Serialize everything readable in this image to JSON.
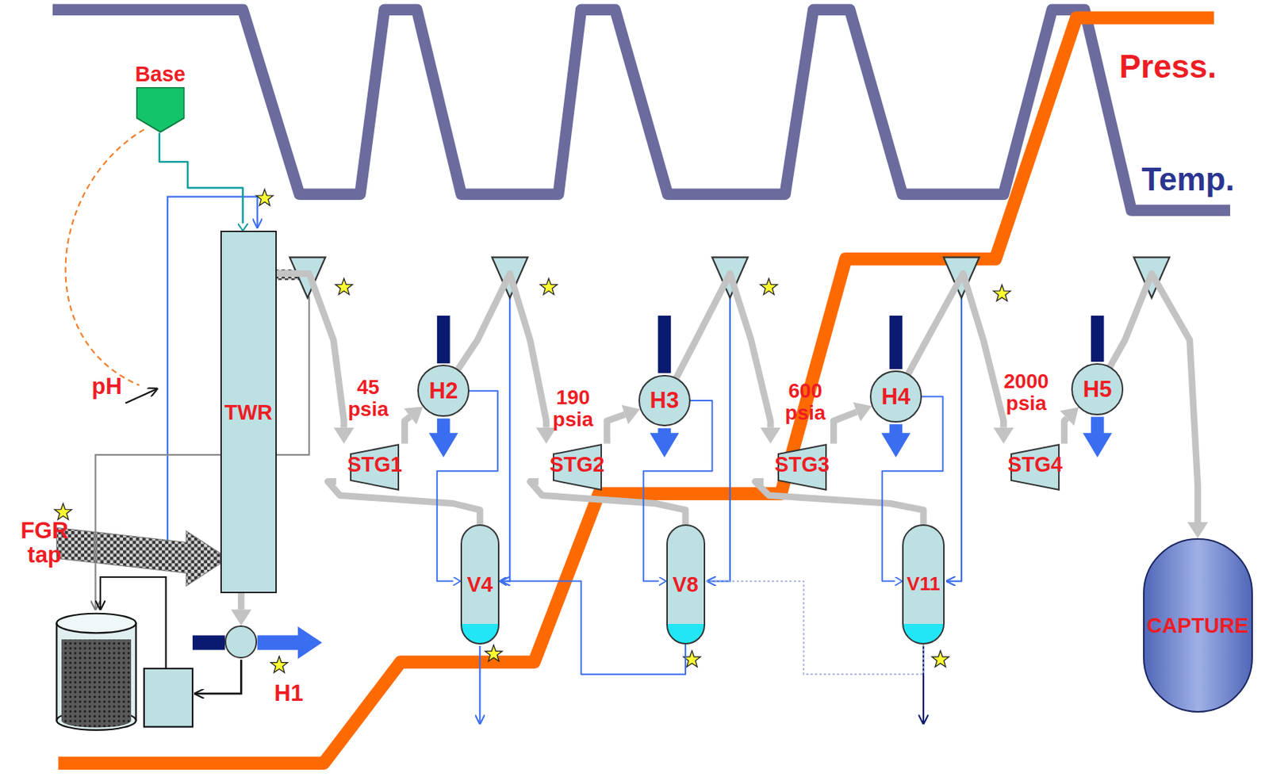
{
  "diagram": {
    "nodes": [
      {
        "text": [
          "Base"
        ]
      },
      {
        "text": [
          "TWR"
        ]
      },
      {
        "text": [
          "H1"
        ]
      },
      {
        "text": [
          "STG1"
        ]
      },
      {
        "text": [
          "H2"
        ]
      },
      {
        "text": [
          "V4"
        ]
      },
      {
        "text": [
          "STG2"
        ]
      },
      {
        "text": [
          "H3"
        ]
      },
      {
        "text": [
          "V8"
        ]
      },
      {
        "text": [
          "STG3"
        ]
      },
      {
        "text": [
          "H4"
        ]
      },
      {
        "text": [
          "V11"
        ]
      },
      {
        "text": [
          "STG4"
        ]
      },
      {
        "text": [
          "H5"
        ]
      },
      {
        "text": [
          "CAPTURE"
        ]
      }
    ],
    "edges": [
      {
        "from": 0,
        "to": 1,
        "arrow": "to"
      },
      {
        "from": 1,
        "to": 2,
        "arrow": "to"
      },
      {
        "from": 1,
        "to": 3,
        "arrow": "to"
      },
      {
        "from": 3,
        "to": 4,
        "arrow": "to"
      },
      {
        "from": 4,
        "to": 6,
        "arrow": "to"
      },
      {
        "from": 6,
        "to": 7,
        "arrow": "to"
      },
      {
        "from": 7,
        "to": 9,
        "arrow": "to"
      },
      {
        "from": 9,
        "to": 10,
        "arrow": "to"
      },
      {
        "from": 10,
        "to": 12,
        "arrow": "to"
      },
      {
        "from": 12,
        "to": 13,
        "arrow": "to"
      },
      {
        "from": 13,
        "to": 14,
        "arrow": "to"
      },
      {
        "from": 5,
        "to": 3,
        "arrow": "none"
      },
      {
        "from": 8,
        "to": 6,
        "arrow": "none"
      },
      {
        "from": 11,
        "to": 9,
        "arrow": "none"
      },
      {
        "from": 4,
        "to": 5,
        "arrow": "to"
      },
      {
        "from": 7,
        "to": 8,
        "arrow": "to"
      },
      {
        "from": 10,
        "to": 11,
        "arrow": "to"
      },
      {
        "from": 8,
        "to": 5,
        "arrow": "to"
      },
      {
        "from": 11,
        "to": 8,
        "arrow": "none"
      }
    ],
    "labels": [
      "Press.",
      "Temp.",
      "pH",
      "FGR tap",
      "45 psia",
      "190 psia",
      "600 psia",
      "2000 psia"
    ]
  }
}
